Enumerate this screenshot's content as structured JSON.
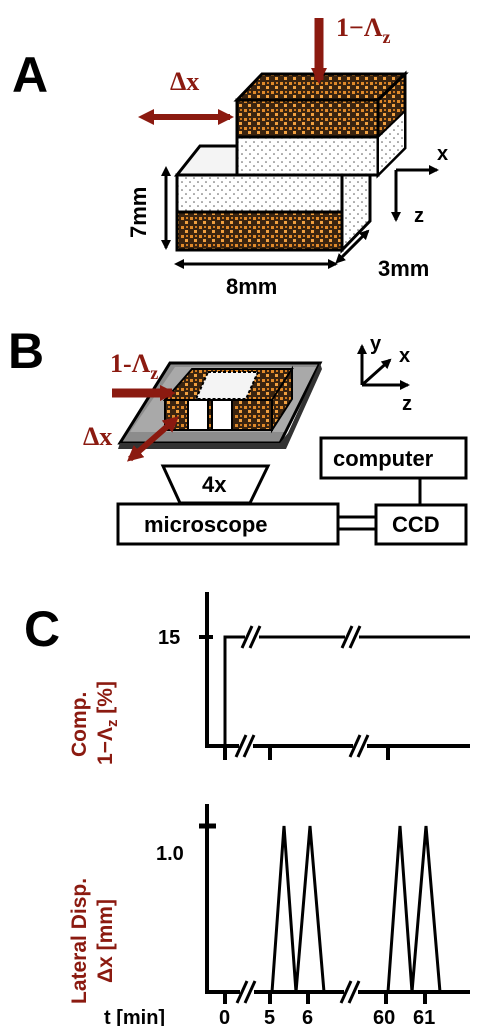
{
  "panels": {
    "a": {
      "letter": "A",
      "compression": "1−Λ",
      "compression_sub": "z",
      "shear": "Δx",
      "height": "7mm",
      "length": "8mm",
      "depth": "3mm",
      "axis_x": "x",
      "axis_z": "z"
    },
    "b": {
      "letter": "B",
      "compression": "1-Λ",
      "compression_sub": "z",
      "shear": "Δx",
      "axis_x": "x",
      "axis_y": "y",
      "axis_z": "z",
      "objective": "4x",
      "microscope": "microscope",
      "computer": "computer",
      "camera": "CCD"
    },
    "c": {
      "letter": "C",
      "top_ylabel_line1": "Comp.",
      "top_ylabel_line2": "1−Λ",
      "top_ylabel_sub": "z",
      "top_ylabel_unit": " [%]",
      "top_ytick": "15",
      "bottom_ylabel_line1": "Lateral Disp.",
      "bottom_ylabel_line2": "Δx [mm]",
      "bottom_ytick": "1.0",
      "xlabel": "t [min]",
      "xticks": [
        "0",
        "5",
        "6",
        "60",
        "61"
      ]
    }
  },
  "colors": {
    "accent": "#8b1a10",
    "particles": "#e08a2a",
    "block_dark": "#3a2410"
  }
}
